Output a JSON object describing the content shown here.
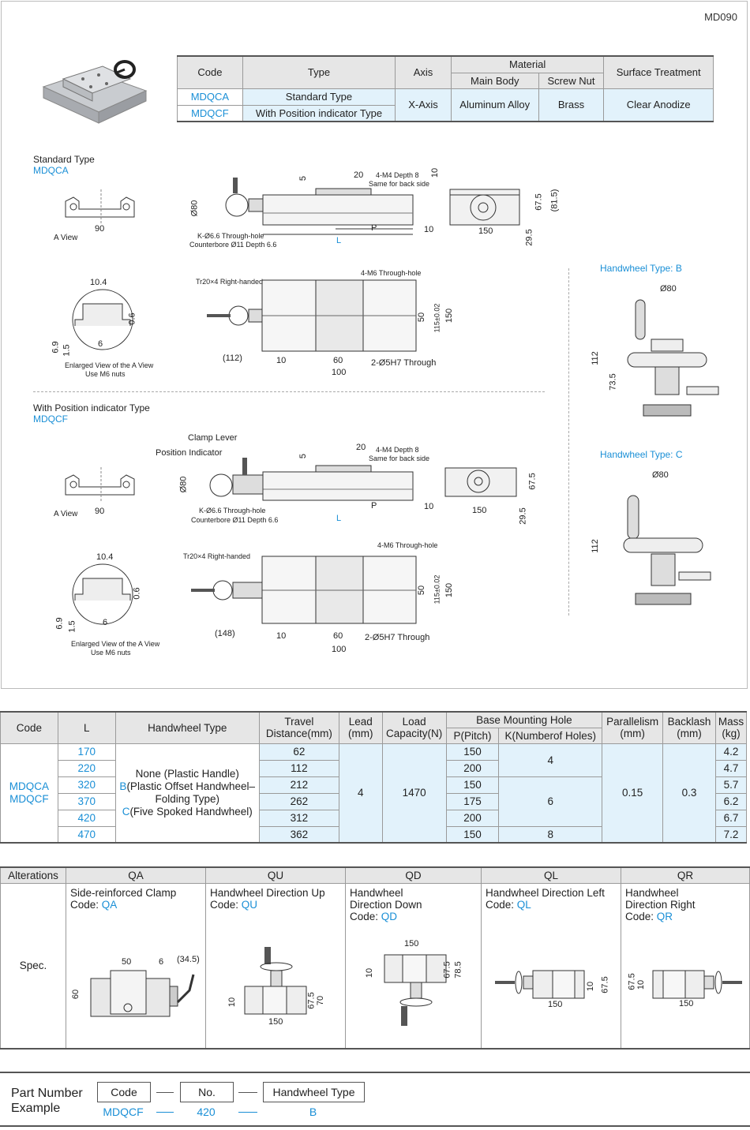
{
  "page_code": "MD090",
  "spec_table": {
    "headers": {
      "code": "Code",
      "type": "Type",
      "axis": "Axis",
      "material": "Material",
      "main_body": "Main Body",
      "screw_nut": "Screw Nut",
      "surface": "Surface Treatment"
    },
    "rows": [
      {
        "code": "MDQCA",
        "type": "Standard Type"
      },
      {
        "code": "MDQCF",
        "type": "With Position indicator Type"
      }
    ],
    "axis": "X-Axis",
    "main_body": "Aluminum Alloy",
    "screw_nut": "Brass",
    "surface": "Clear Anodize"
  },
  "standard": {
    "title": "Standard Type",
    "code": "MDQCA",
    "a_view": "A View",
    "dim_90": "90",
    "dim_104": "10.4",
    "dim_06": "0.6",
    "dim_69": "6.9",
    "dim_15": "1.5",
    "dim_6": "6",
    "enlarged": "Enlarged View of the A View",
    "m6": "Use M6 nuts",
    "dim_5": "5",
    "dim_20": "20",
    "m4": "4-M4 Depth 8",
    "same": "Same for back side",
    "dim_80": "Ø80",
    "k_hole": "K-Ø6.6 Through-hole",
    "cbore": "Counterbore Ø11 Depth 6.6",
    "L": "L",
    "P": "P",
    "dim_10": "10",
    "dim_675": "67.5",
    "dim_815": "(81.5)",
    "dim_150": "150",
    "dim_295": "29.5",
    "tr": "Tr20×4 Right-handed",
    "m6hole": "4-M6 Through-hole",
    "dim_50": "50",
    "dim_115": "115±0.02",
    "dim_112p": "(112)",
    "dim_60": "60",
    "dim_100": "100",
    "through": "2-Ø5H7 Through"
  },
  "indicator": {
    "title": "With Position indicator Type",
    "code": "MDQCF",
    "clamp": "Clamp Lever",
    "position": "Position Indicator",
    "dim_148p": "(148)"
  },
  "handwheels": {
    "b": "Handwheel Type: B",
    "c": "Handwheel Type: C",
    "d80": "Ø80",
    "h112": "112",
    "h735": "73.5"
  },
  "main_table": {
    "headers": {
      "code": "Code",
      "L": "L",
      "hw": "Handwheel Type",
      "travel": "Travel Distance(mm)",
      "lead": "Lead (mm)",
      "load": "Load Capacity(N)",
      "base": "Base Mounting Hole",
      "pitch": "P(Pitch)",
      "k": "K(Numberof Holes)",
      "par": "Parallelism (mm)",
      "back": "Backlash (mm)",
      "mass": "Mass (kg)"
    },
    "codes": "MDQCA MDQCF",
    "hw_none": "None (Plastic Handle)",
    "hw_b_code": "B",
    "hw_b": "(Plastic Offset Handwheel– Folding Type)",
    "hw_c_code": "C",
    "hw_c": "(Five Spoked Handwheel)",
    "lead": "4",
    "load": "1470",
    "parallelism": "0.15",
    "backlash": "0.3",
    "rows": [
      {
        "L": "170",
        "travel": "62",
        "pitch": "150",
        "mass": "4.2"
      },
      {
        "L": "220",
        "travel": "112",
        "pitch": "200",
        "mass": "4.7"
      },
      {
        "L": "320",
        "travel": "212",
        "pitch": "150",
        "mass": "5.7"
      },
      {
        "L": "370",
        "travel": "262",
        "pitch": "175",
        "mass": "6.2"
      },
      {
        "L": "420",
        "travel": "312",
        "pitch": "200",
        "mass": "6.7"
      },
      {
        "L": "470",
        "travel": "362",
        "pitch": "150",
        "mass": "7.2"
      }
    ],
    "k_groups": [
      "4",
      "6",
      "8"
    ]
  },
  "alterations": {
    "label": "Alterations",
    "spec": "Spec.",
    "cols": [
      {
        "code": "QA",
        "desc": "Side-reinforced Clamp",
        "code_label": "Code:",
        "dims": [
          "50",
          "6",
          "(34.5)",
          "60"
        ]
      },
      {
        "code": "QU",
        "desc": "Handwheel Direction Up",
        "code_label": "Code:",
        "dims": [
          "10",
          "67.5",
          "70",
          "150"
        ]
      },
      {
        "code": "QD",
        "desc1": "Handwheel",
        "desc2": "Direction Down",
        "code_label": "Code:",
        "dims": [
          "150",
          "10",
          "67.5",
          "78.5"
        ]
      },
      {
        "code": "QL",
        "desc": "Handwheel Direction Left",
        "code_label": "Code:",
        "dims": [
          "10",
          "67.5",
          "150"
        ]
      },
      {
        "code": "QR",
        "desc1": "Handwheel",
        "desc2": "Direction Right",
        "code_label": "Code:",
        "dims": [
          "67.5",
          "10",
          "150"
        ]
      }
    ]
  },
  "part_number": {
    "title1": "Part Number",
    "title2": "Example",
    "headers": [
      "Code",
      "No.",
      "Handwheel Type"
    ],
    "values": [
      "MDQCF",
      "420",
      "B"
    ]
  }
}
